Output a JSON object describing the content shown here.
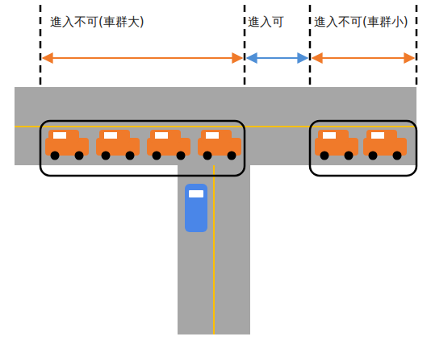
{
  "diagram": {
    "labels": [
      "進入不可(車群大)",
      "進入可",
      "進入不可(車群小)"
    ]
  }
}
